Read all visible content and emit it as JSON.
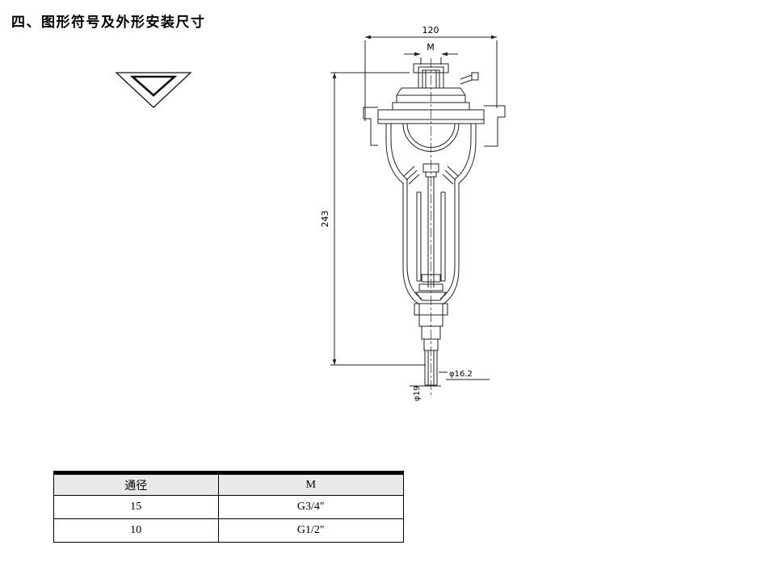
{
  "page": {
    "title": "四、图形符号及外形安装尺寸"
  },
  "symbol": {
    "name": "pneumatic-filter-symbol"
  },
  "drawing": {
    "dims": {
      "width": "120",
      "thread": "M",
      "height": "243",
      "outlet_dia": "φ16.2",
      "stem_dia": "φ19"
    }
  },
  "table": {
    "headers": [
      "通径",
      "M"
    ],
    "rows": [
      {
        "bore": "15",
        "thread": "G3/4″"
      },
      {
        "bore": "10",
        "thread": "G1/2″"
      }
    ]
  }
}
